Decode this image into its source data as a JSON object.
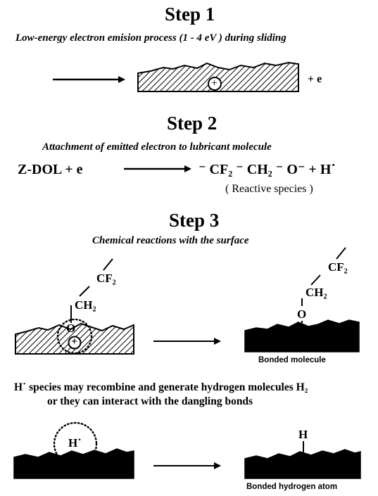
{
  "step1": {
    "title": "Step 1",
    "caption": "Low-energy electron emision process    (1 - 4  eV ) during sliding",
    "plus_e": "+  e",
    "hole_symbol": "+"
  },
  "step2": {
    "title": "Step 2",
    "caption": "Attachment of emitted electron     to lubricant molecule",
    "reactant": "Z-DOL  + e",
    "product": "⁻ CF₂ ⁻ CH₂ ⁻ O⁻ + H˙",
    "reactive_species": "( Reactive species    )"
  },
  "step3": {
    "title": "Step 3",
    "caption": "Chemical reactions with the surface",
    "left_cf2": "CF₂",
    "left_ch2": "CH₂",
    "left_o": "O",
    "left_hole": "+",
    "right_cf2": "CF₂",
    "right_ch2": "CH₂",
    "right_o": "O",
    "bonded_molecule": "Bonded molecule"
  },
  "hydrogen": {
    "note_line1": "H˙  species may recombine and generate hydrogen molecules H₂",
    "note_line2": "or they can interact with the dangling bonds",
    "left_h": "H˙",
    "right_h": "H",
    "bonded_hydrogen": "Bonded hydrogen atom"
  }
}
